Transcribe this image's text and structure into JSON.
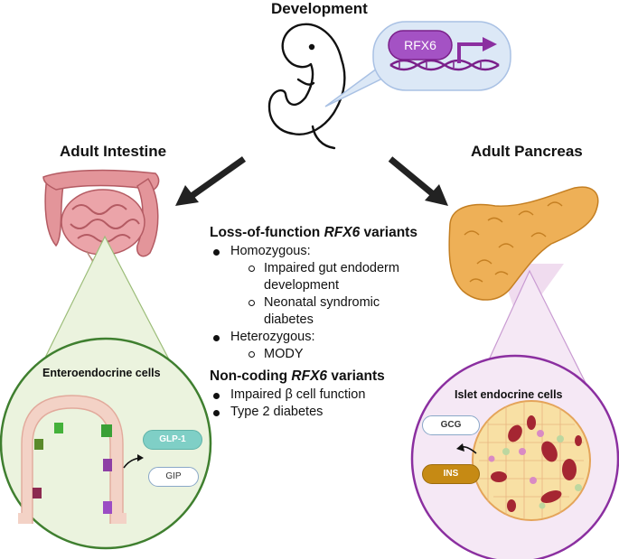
{
  "development": {
    "title": "Development",
    "gene_label": "RFX6"
  },
  "intestine": {
    "title": "Adult Intestine",
    "cells_title": "Enteroendocrine cells",
    "hormones": [
      "GLP-1",
      "GIP"
    ]
  },
  "pancreas": {
    "title": "Adult Pancreas",
    "cells_title": "Islet endocrine cells",
    "hormones": [
      "GCG",
      "INS"
    ]
  },
  "variants": {
    "lof": {
      "title_prefix": "Loss-of-function ",
      "title_gene": "RFX6",
      "title_suffix": " variants",
      "homozygous": "Homozygous:",
      "homozygous_items": [
        "Impaired gut endoderm development",
        "Neonatal syndromic diabetes"
      ],
      "heterozygous": "Heterozygous:",
      "heterozygous_items": [
        "MODY"
      ]
    },
    "noncoding": {
      "title_prefix": "Non-coding ",
      "title_gene": "RFX6",
      "title_suffix": " variants",
      "items": [
        "Impaired β cell function",
        "Type 2 diabetes"
      ]
    }
  },
  "colors": {
    "purple": "#9b30b8",
    "dark_purple": "#7a1f8a",
    "intestine_pink": "#e3959a",
    "pancreas_orange": "#e9a64a",
    "green_circle": "#3f7f2f",
    "purple_circle": "#8b2fa0"
  }
}
